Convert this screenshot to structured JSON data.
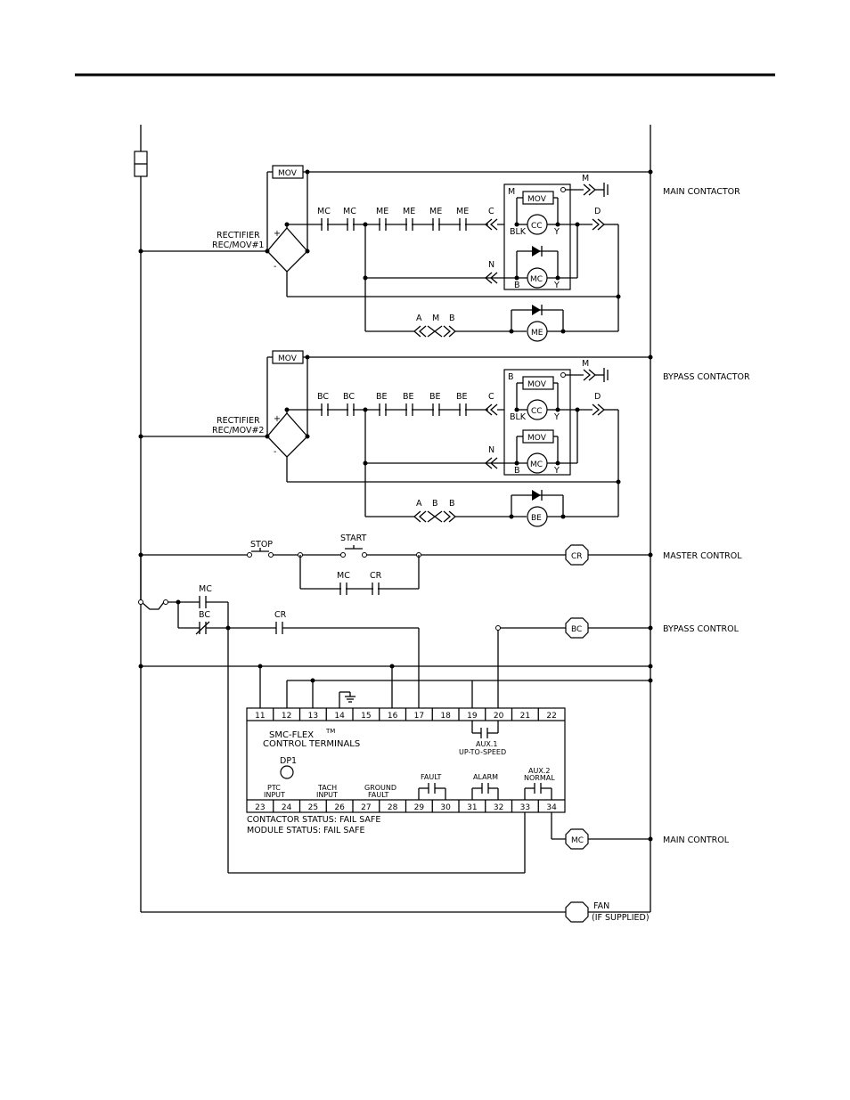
{
  "rungs": {
    "main_contactor": "MAIN CONTACTOR",
    "bypass_contactor": "BYPASS CONTACTOR",
    "master_control": "MASTER CONTROL",
    "bypass_control": "BYPASS CONTROL",
    "main_control": "MAIN CONTROL"
  },
  "fan": {
    "label": "FAN",
    "note": "(IF SUPPLIED)"
  },
  "section1": {
    "rectifier": "RECTIFIER",
    "rec_mov": "REC/MOV#1",
    "mov": "MOV",
    "contacts": [
      "MC",
      "MC",
      "ME",
      "ME",
      "ME",
      "ME"
    ],
    "c": "C",
    "d": "D",
    "m": "M",
    "n": "N",
    "inner_top": "M",
    "blk": "BLK",
    "y_top": "Y",
    "b_bot": "B",
    "y_bot": "Y",
    "coil_top": "CC",
    "coil_bot": "MC",
    "coil_me": "ME",
    "abc": [
      "A",
      "M",
      "B"
    ]
  },
  "section2": {
    "rectifier": "RECTIFIER",
    "rec_mov": "REC/MOV#2",
    "mov": "MOV",
    "contacts": [
      "BC",
      "BC",
      "BE",
      "BE",
      "BE",
      "BE"
    ],
    "c": "C",
    "d": "D",
    "m": "M",
    "n": "N",
    "inner_top": "B",
    "blk": "BLK",
    "y_top": "Y",
    "b_bot": "B",
    "y_bot": "Y",
    "coil_top": "CC",
    "coil_bot": "MC",
    "coil_me": "BE",
    "abc": [
      "A",
      "B",
      "B"
    ]
  },
  "master": {
    "stop": "STOP",
    "start": "START",
    "mc": "MC",
    "cr": "CR",
    "coil": "CR"
  },
  "bypass": {
    "mc": "MC",
    "bc": "BC",
    "cr": "CR",
    "coil": "BC"
  },
  "module": {
    "title": "SMC-FLEX",
    "tm": "TM",
    "subtitle": "CONTROL TERMINALS",
    "dp1": "DP1",
    "top_terminals": [
      "11",
      "12",
      "13",
      "14",
      "15",
      "16",
      "17",
      "18",
      "19",
      "20",
      "21",
      "22"
    ],
    "bottom_terminals": [
      "23",
      "24",
      "25",
      "26",
      "27",
      "28",
      "29",
      "30",
      "31",
      "32",
      "33",
      "34"
    ],
    "aux1": "AUX.1",
    "up_to_speed": "UP-TO-SPEED",
    "ptc": "PTC",
    "tach": "TACH",
    "ground": "GROUND",
    "fault_label": "FAULT",
    "input": "INPUT",
    "fault": "FAULT",
    "alarm": "ALARM",
    "aux2": "AUX.2",
    "normal": "NORMAL",
    "contactor_status": "CONTACTOR STATUS: FAIL SAFE",
    "module_status": "MODULE STATUS: FAIL SAFE"
  },
  "main_control_coil": "MC",
  "ground_symbol": "ground-icon"
}
